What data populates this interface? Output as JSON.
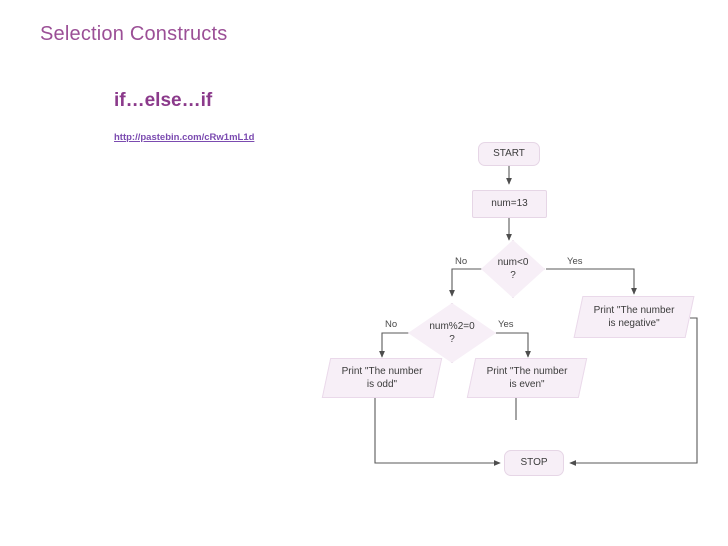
{
  "slide": {
    "title": "Selection Constructs",
    "subtitle": "if…else…if",
    "link_text": "http://pastebin.com/cRw1mL1d",
    "title_color": "#9b4f96",
    "subtitle_color": "#8b3a8b",
    "link_color": "#7b4bb0",
    "background": "#ffffff"
  },
  "flowchart": {
    "node_fill": "#f7eff7",
    "node_stroke": "#e6d6e6",
    "connector_color": "#5a5a5a",
    "nodes": [
      {
        "id": "start",
        "type": "terminal",
        "label": "START"
      },
      {
        "id": "assign",
        "type": "process",
        "label": "num=13"
      },
      {
        "id": "dec_neg",
        "type": "decision",
        "label": "num<0\n?"
      },
      {
        "id": "print_neg",
        "type": "io",
        "label": "Print \"The number\nis negative\""
      },
      {
        "id": "dec_even",
        "type": "decision",
        "label": "num%2=0\n?"
      },
      {
        "id": "print_odd",
        "type": "io",
        "label": "Print \"The number\nis odd\""
      },
      {
        "id": "print_even",
        "type": "io",
        "label": "Print \"The number\nis even\""
      },
      {
        "id": "stop",
        "type": "terminal",
        "label": "STOP"
      }
    ],
    "edge_labels": [
      {
        "id": "neg_no",
        "label": "No"
      },
      {
        "id": "neg_yes",
        "label": "Yes"
      },
      {
        "id": "even_no",
        "label": "No"
      },
      {
        "id": "even_yes",
        "label": "Yes"
      }
    ]
  }
}
